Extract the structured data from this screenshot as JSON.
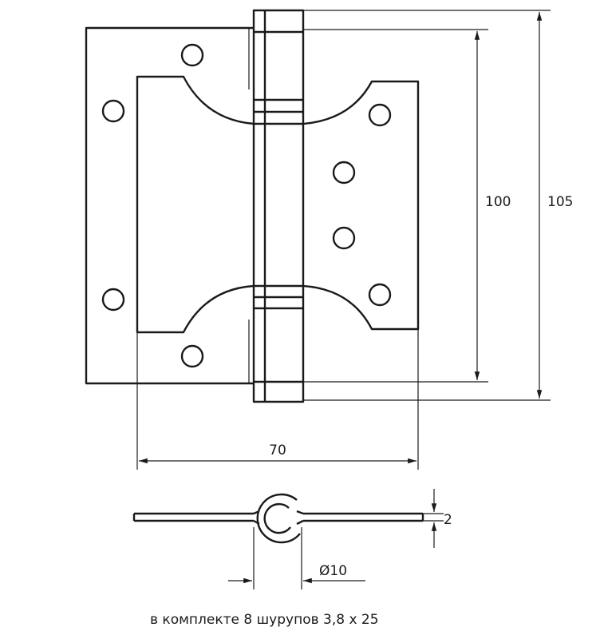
{
  "dimensions": {
    "height_inner": "100",
    "height_outer": "105",
    "width": "70",
    "thickness": "2",
    "knuckle_diameter": "Ø10"
  },
  "caption": "в комплекте 8 шурупов 3,8 х 25"
}
